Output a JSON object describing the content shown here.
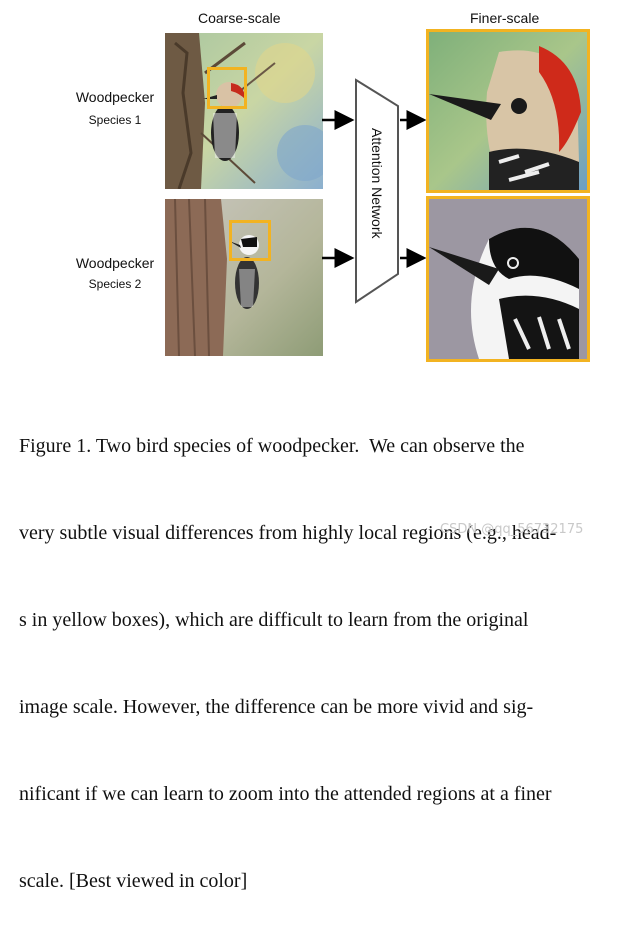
{
  "figure": {
    "coarse_title": "Coarse-scale",
    "finer_title": "Finer-scale",
    "species": [
      {
        "name": "Woodpecker",
        "sub": "Species 1"
      },
      {
        "name": "Woodpecker",
        "sub": "Species 2"
      }
    ],
    "network_label": "Attention Network",
    "highlight_color": "#f2b321"
  },
  "caption": {
    "lines": [
      "Figure 1. Two bird species of woodpecker.  We can observe the",
      "very subtle visual differences from highly local regions (e.g., head-",
      "s in yellow boxes), which are difficult to learn from the original",
      "image scale. However, the difference can be more vivid and sig-",
      "nificant if we can learn to zoom into the attended regions at a finer",
      "scale. [Best viewed in color]"
    ]
  },
  "watermark": "CSDN @qq_56732175"
}
